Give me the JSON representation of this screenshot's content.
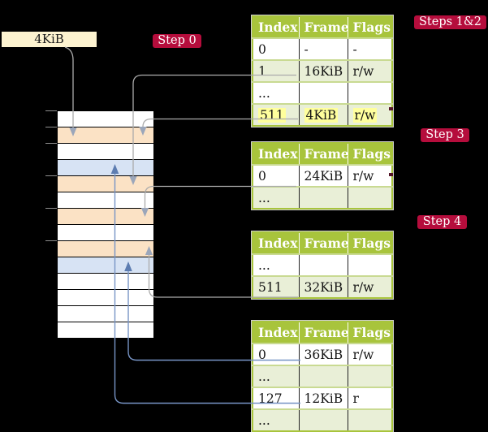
{
  "colors": {
    "background": "#000000",
    "badge_bg": "#b50d3c",
    "table_header_bg": "#a8c43c",
    "table_row_shaded": "#e9efd7",
    "table_grid_green": "#c9da92",
    "highlight_yellow": "#ffff9d",
    "memory_peach": "#fbe2c5",
    "memory_blue": "#d7e3f4",
    "ptbr_box_bg": "#fdf3d0",
    "gray_arrow": "#ababab",
    "blue_arrow": "#7794c5"
  },
  "ptbr": {
    "label": "4KiB"
  },
  "badges": [
    {
      "id": "step0",
      "label": "Step 0"
    },
    {
      "id": "steps12",
      "label": "Steps 1&2"
    },
    {
      "id": "step3",
      "label": "Step 3"
    },
    {
      "id": "step4",
      "label": "Step 4"
    }
  ],
  "memory": {
    "rows": [
      {
        "color": "white"
      },
      {
        "color": "peach"
      },
      {
        "color": "white"
      },
      {
        "color": "blue"
      },
      {
        "color": "peach"
      },
      {
        "color": "white"
      },
      {
        "color": "peach"
      },
      {
        "color": "white"
      },
      {
        "color": "peach"
      },
      {
        "color": "blue"
      },
      {
        "color": "white"
      },
      {
        "color": "white"
      },
      {
        "color": "white"
      },
      {
        "color": "white"
      }
    ]
  },
  "tables": [
    {
      "id": "table-steps-1-2",
      "headers": [
        "Index",
        "Frame",
        "Flags"
      ],
      "rows": [
        {
          "cells": [
            "0",
            "-",
            "-"
          ]
        },
        {
          "cells": [
            "1",
            "16KiB",
            "r/w"
          ]
        },
        {
          "cells": [
            "...",
            "",
            ""
          ]
        },
        {
          "cells": [
            "511",
            "4KiB",
            "r/w"
          ],
          "highlighted": true
        }
      ]
    },
    {
      "id": "table-step-3",
      "headers": [
        "Index",
        "Frame",
        "Flags"
      ],
      "rows": [
        {
          "cells": [
            "0",
            "24KiB",
            "r/w"
          ]
        },
        {
          "cells": [
            "...",
            "",
            ""
          ]
        }
      ]
    },
    {
      "id": "table-step-4",
      "headers": [
        "Index",
        "Frame",
        "Flags"
      ],
      "rows": [
        {
          "cells": [
            "...",
            "",
            ""
          ]
        },
        {
          "cells": [
            "511",
            "32KiB",
            "r/w"
          ]
        }
      ]
    },
    {
      "id": "table-final",
      "headers": [
        "Index",
        "Frame",
        "Flags"
      ],
      "rows": [
        {
          "cells": [
            "0",
            "36KiB",
            "r/w"
          ]
        },
        {
          "cells": [
            "...",
            "",
            ""
          ]
        },
        {
          "cells": [
            "127",
            "12KiB",
            "r"
          ]
        },
        {
          "cells": [
            "...",
            "",
            ""
          ]
        }
      ]
    }
  ]
}
